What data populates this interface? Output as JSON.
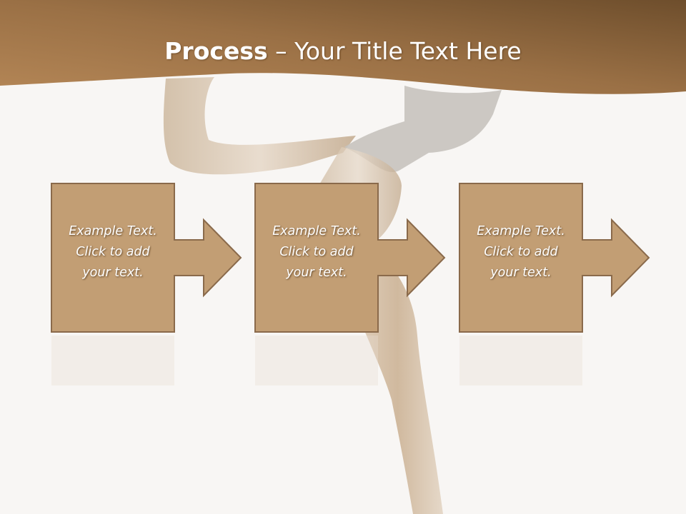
{
  "slide": {
    "title_bold": "Process",
    "title_rest": " – Your Title Text Here",
    "steps": [
      {
        "lines": [
          "Example Text.",
          "Click  to add",
          "your text."
        ]
      },
      {
        "lines": [
          "Example Text.",
          "Click  to add",
          "your text."
        ]
      },
      {
        "lines": [
          "Example Text.",
          "Click  to add",
          "your text."
        ]
      }
    ]
  },
  "colors": {
    "header_dark": "#6e4e2c",
    "header_light": "#b48656",
    "box_fill": "#c29e74",
    "box_border": "#8a6a4b",
    "background": "#f8f6f4"
  },
  "icons": {
    "step_arrow": "right-arrow-icon"
  }
}
